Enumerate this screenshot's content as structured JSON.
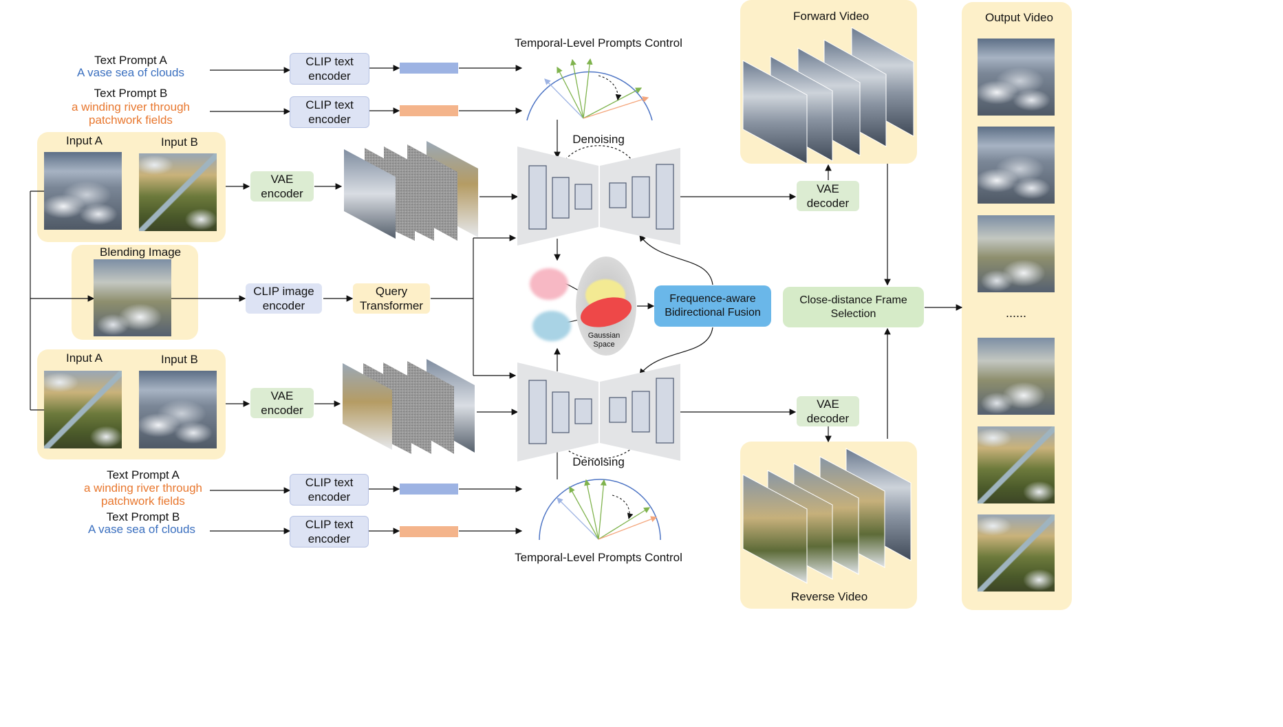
{
  "prompts_top": {
    "a_label": "Text Prompt A",
    "a_text": "A vase sea of clouds",
    "b_label": "Text Prompt B",
    "b_text_line1": "a winding river through",
    "b_text_line2": "patchwork fields"
  },
  "prompts_bottom": {
    "a_label": "Text Prompt A",
    "a_text_line1": "a winding river through",
    "a_text_line2": "patchwork fields",
    "b_label": "Text Prompt B",
    "b_text": "A vase sea of clouds"
  },
  "clip_text": {
    "line1": "CLIP text",
    "line2": "encoder"
  },
  "inputs": {
    "input_a": "Input A",
    "input_b": "Input B"
  },
  "blending_image": "Blending Image",
  "vae_encoder": {
    "line1": "VAE",
    "line2": "encoder"
  },
  "vae_decoder": {
    "line1": "VAE",
    "line2": "decoder"
  },
  "clip_image": {
    "line1": "CLIP image",
    "line2": "encoder"
  },
  "query_transformer": {
    "line1": "Query",
    "line2": "Transformer"
  },
  "temporal_control": "Temporal-Level Prompts Control",
  "denoising": "Denoising",
  "gaussian": {
    "line1": "Gaussian",
    "line2": "Space"
  },
  "fusion": {
    "line1": "Frequence-aware",
    "line2": "Bidirectional Fusion"
  },
  "selection": {
    "line1": "Close-distance Frame",
    "line2": "Selection"
  },
  "forward_video": "Forward Video",
  "reverse_video": "Reverse Video",
  "output_video": "Output Video",
  "ellipsis": "......",
  "colors": {
    "panel": "#fdf0c9",
    "clip_box": "#dde3f4",
    "vae_box": "#dcecd2",
    "fusion_box": "#6ab7e9",
    "selection_box": "#d6ebc8",
    "prompt_blue": "#3a6fbf",
    "prompt_orange": "#e8772e",
    "embed_blue": "#9db3e3",
    "embed_orange": "#f4b48b"
  }
}
